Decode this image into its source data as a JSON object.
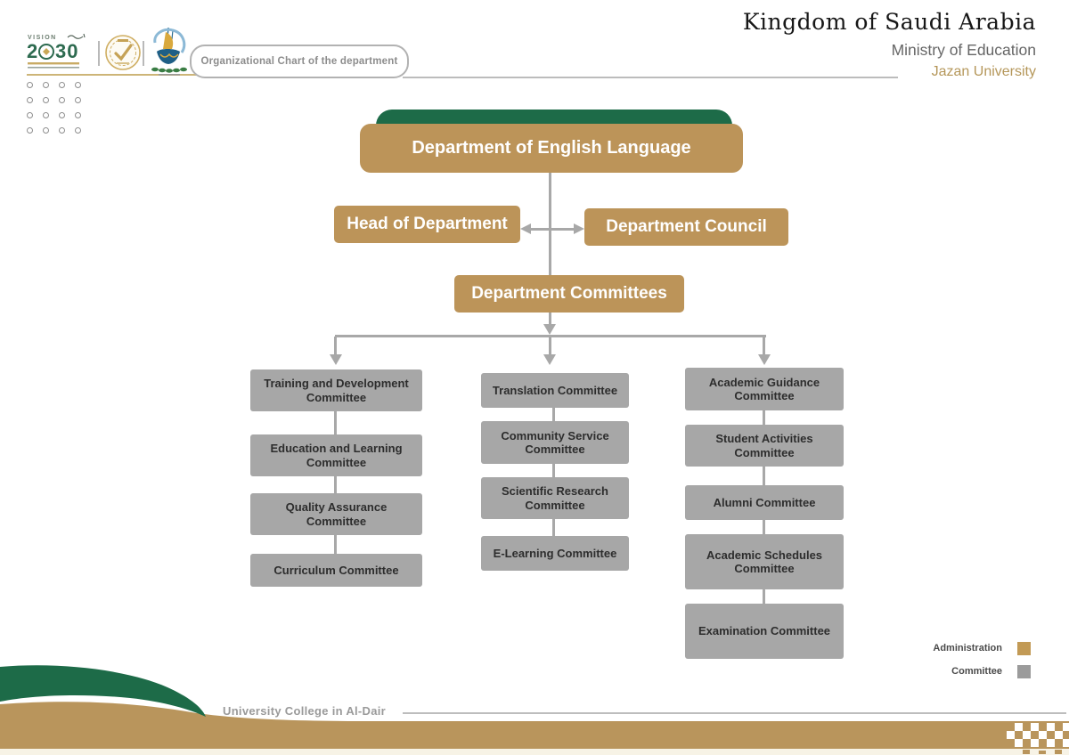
{
  "header": {
    "tab_label": "Organizational Chart of the department",
    "vision_logo": {
      "vision": "VISION",
      "year": "2030"
    },
    "country": "Kingdom of Saudi Arabia",
    "ministry": "Ministry of Education",
    "university": "Jazan University"
  },
  "org": {
    "root": "Department of English Language",
    "head": "Head of Department",
    "council": "Department Council",
    "committees_parent": "Department Committees",
    "columns": [
      [
        "Training and Development Committee",
        "Education and Learning Committee",
        "Quality Assurance Committee",
        "Curriculum Committee"
      ],
      [
        "Translation Committee",
        "Community Service Committee",
        "Scientific Research Committee",
        "E-Learning Committee"
      ],
      [
        "Academic Guidance Committee",
        "Student Activities Committee",
        "Alumni Committee",
        "Academic Schedules Committee",
        "Examination Committee"
      ]
    ]
  },
  "legend": [
    {
      "label": "Administration",
      "color": "#c29a55"
    },
    {
      "label": "Committee",
      "color": "#9b9b9b"
    }
  ],
  "footer": {
    "college": "University College in Al-Dair"
  },
  "colors": {
    "administration_box": "#bc9459",
    "committee_box": "#a7a7a7",
    "green_accent": "#1d6b48",
    "connector": "#a8a8a8",
    "footer_strip": "#b9955c",
    "gold_line": "#cdb578"
  }
}
